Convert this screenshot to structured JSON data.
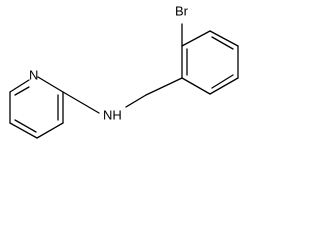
{
  "structure": {
    "atoms": {
      "bromine": "Br",
      "amine_nitrogen": "NH",
      "pyridine_nitrogen": "N"
    },
    "colors": {
      "bond": "#000000",
      "label": "#000000",
      "background": "#ffffff"
    }
  }
}
